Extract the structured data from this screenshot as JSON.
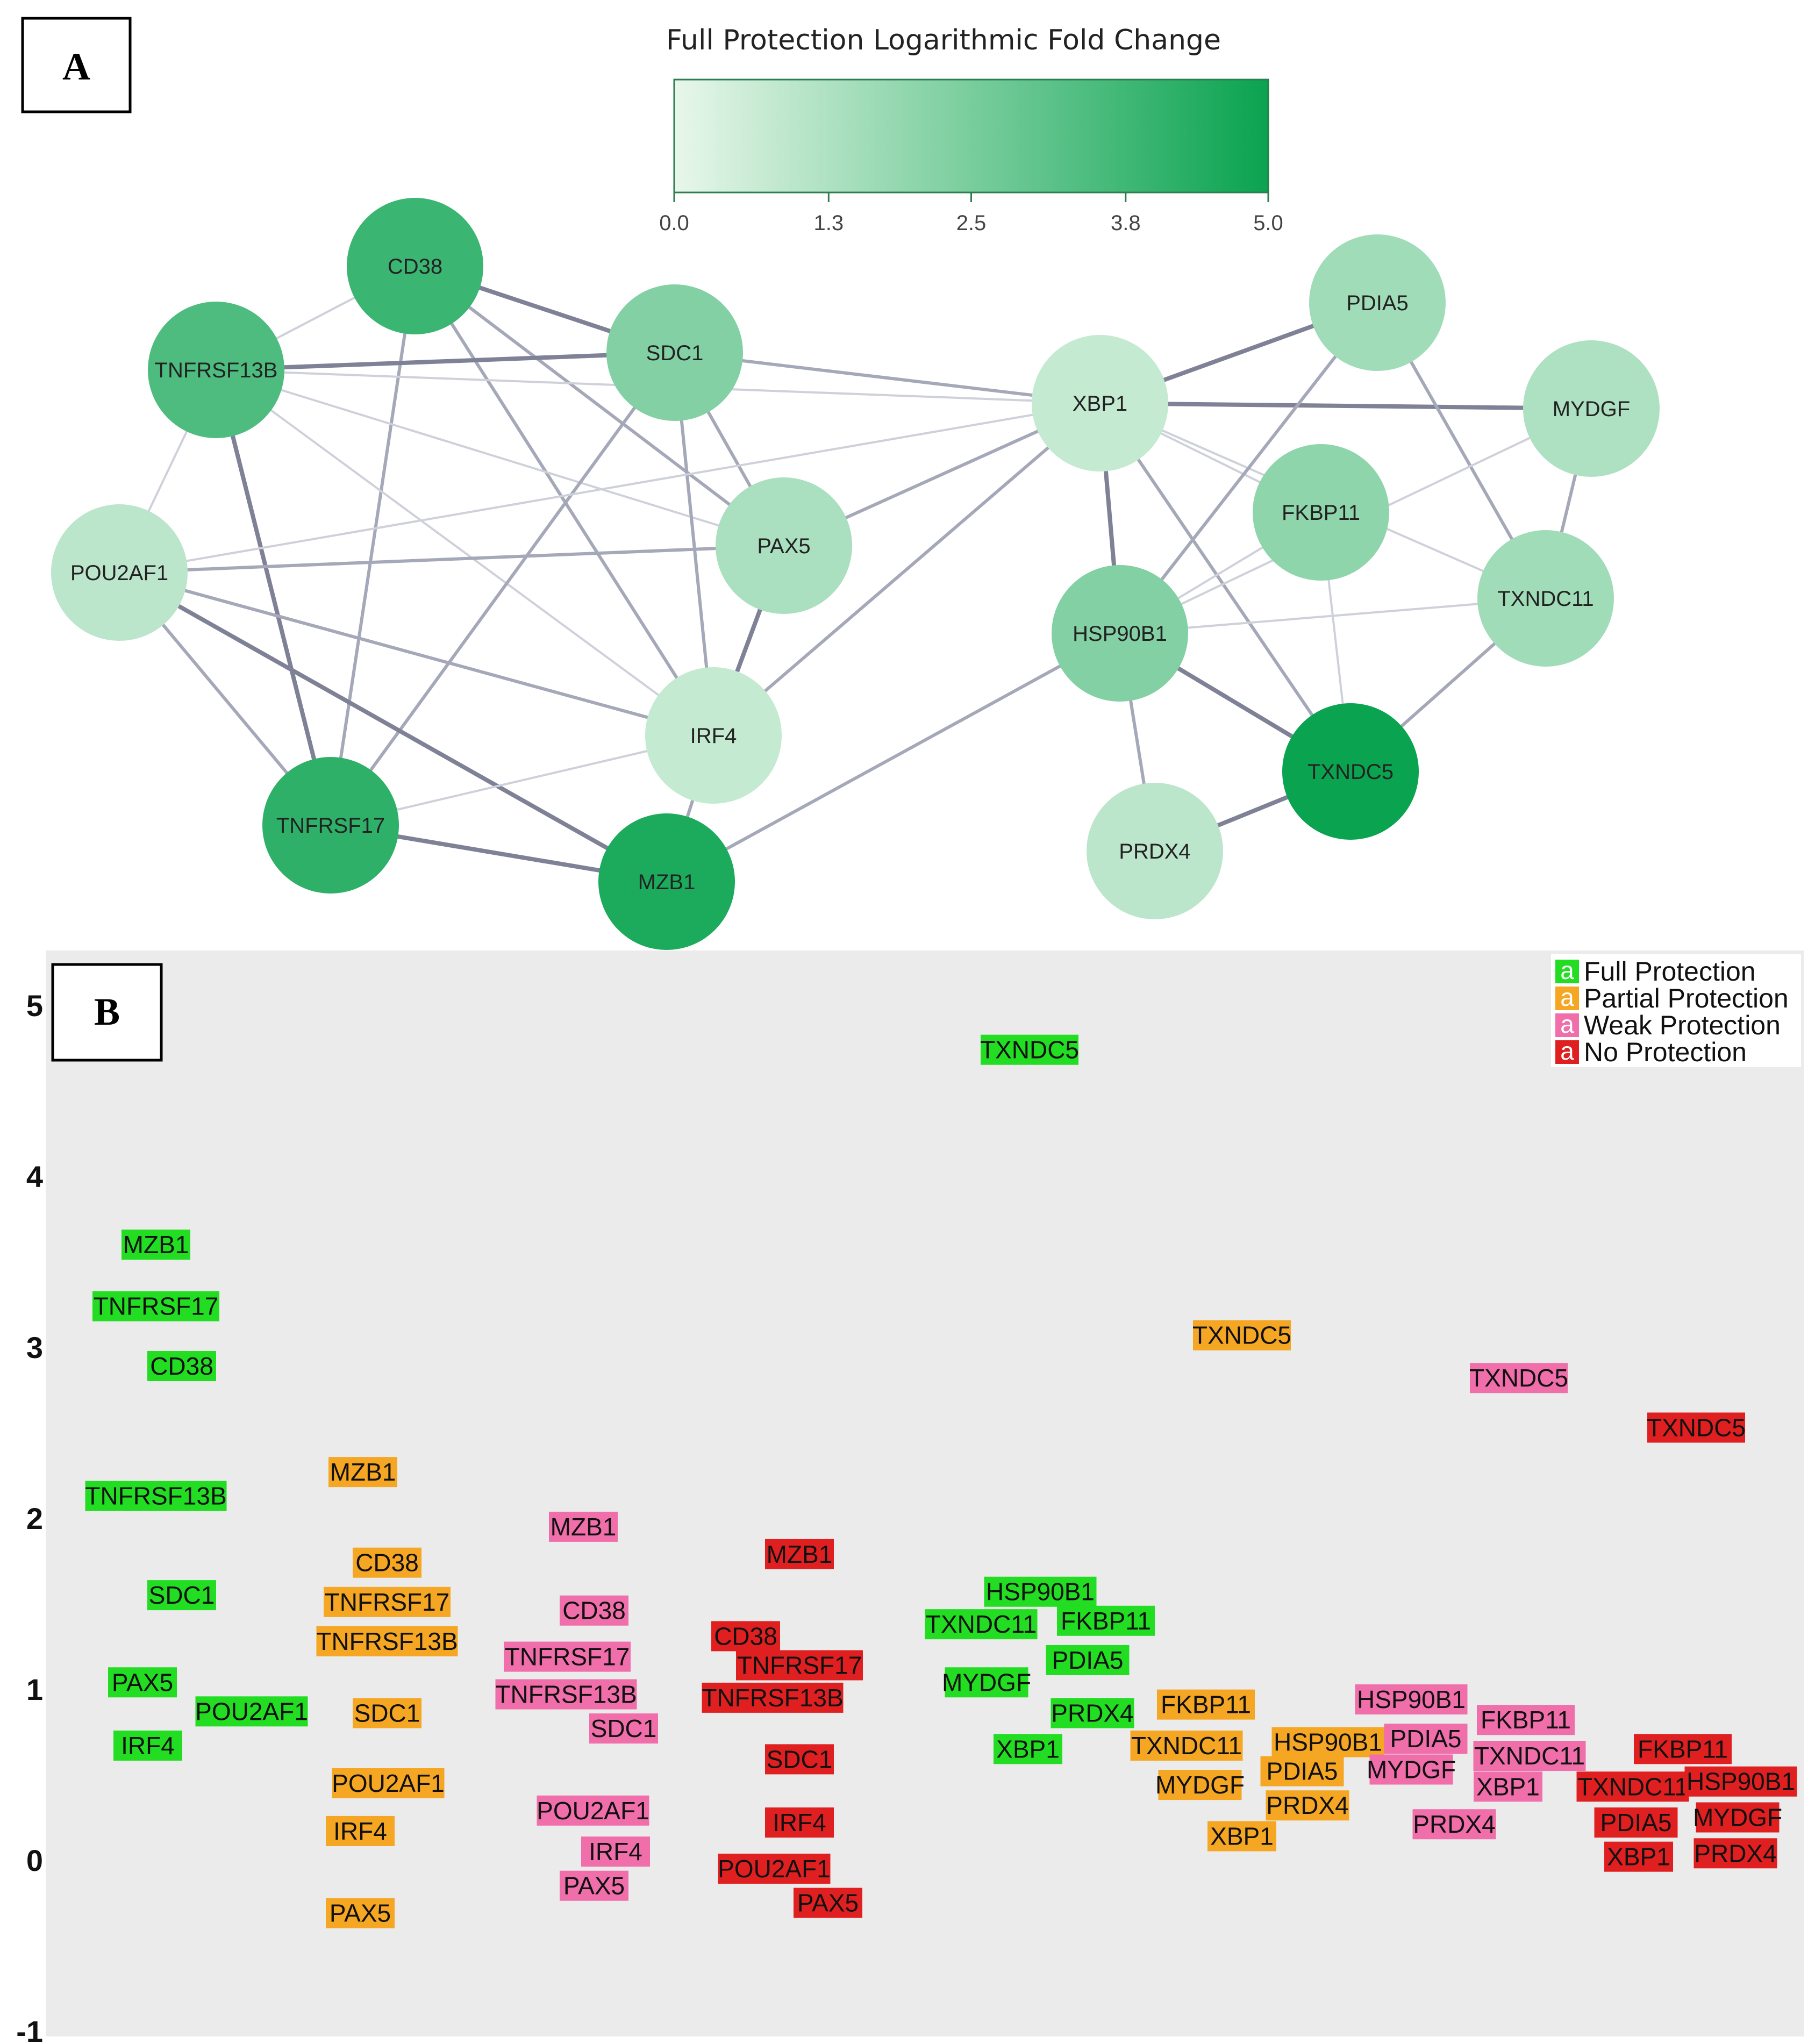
{
  "panel_a": {
    "letter": "A",
    "colorbar": {
      "title": "Full Protection Logarithmic Fold Change",
      "ticks": [
        "0.0",
        "1.3",
        "2.5",
        "3.8",
        "5.0"
      ],
      "min": 0,
      "max": 5,
      "color_low": "#e8f7ea",
      "color_high": "#0aa350"
    },
    "nodes": [
      {
        "id": "CD38",
        "label": "CD38",
        "value": 3.9
      },
      {
        "id": "TNFRSF13B",
        "label": "TNFRSF13B",
        "value": 3.5
      },
      {
        "id": "SDC1",
        "label": "SDC1",
        "value": 2.3
      },
      {
        "id": "POU2AF1",
        "label": "POU2AF1",
        "value": 1.0
      },
      {
        "id": "PAX5",
        "label": "PAX5",
        "value": 1.4
      },
      {
        "id": "IRF4",
        "label": "IRF4",
        "value": 0.8
      },
      {
        "id": "TNFRSF17",
        "label": "TNFRSF17",
        "value": 4.2
      },
      {
        "id": "MZB1",
        "label": "MZB1",
        "value": 4.6
      },
      {
        "id": "XBP1",
        "label": "XBP1",
        "value": 0.8
      },
      {
        "id": "PDIA5",
        "label": "PDIA5",
        "value": 1.6
      },
      {
        "id": "MYDGF",
        "label": "MYDGF",
        "value": 1.3
      },
      {
        "id": "FKBP11",
        "label": "FKBP11",
        "value": 2.0
      },
      {
        "id": "HSP90B1",
        "label": "HSP90B1",
        "value": 2.3
      },
      {
        "id": "TXNDC11",
        "label": "TXNDC11",
        "value": 1.6
      },
      {
        "id": "TXNDC5",
        "label": "TXNDC5",
        "value": 5.0
      },
      {
        "id": "PRDX4",
        "label": "PRDX4",
        "value": 1.0
      }
    ],
    "edges": [
      [
        "CD38",
        "TNFRSF13B",
        1
      ],
      [
        "CD38",
        "SDC1",
        3
      ],
      [
        "CD38",
        "PAX5",
        2
      ],
      [
        "CD38",
        "IRF4",
        2
      ],
      [
        "CD38",
        "TNFRSF17",
        2
      ],
      [
        "TNFRSF13B",
        "SDC1",
        3
      ],
      [
        "TNFRSF13B",
        "POU2AF1",
        1
      ],
      [
        "TNFRSF13B",
        "TNFRSF17",
        3
      ],
      [
        "TNFRSF13B",
        "PAX5",
        1
      ],
      [
        "TNFRSF13B",
        "XBP1",
        1
      ],
      [
        "TNFRSF13B",
        "IRF4",
        1
      ],
      [
        "SDC1",
        "XBP1",
        2
      ],
      [
        "SDC1",
        "PAX5",
        2
      ],
      [
        "SDC1",
        "IRF4",
        2
      ],
      [
        "SDC1",
        "TNFRSF17",
        2
      ],
      [
        "POU2AF1",
        "PAX5",
        2
      ],
      [
        "POU2AF1",
        "XBP1",
        1
      ],
      [
        "POU2AF1",
        "IRF4",
        2
      ],
      [
        "POU2AF1",
        "TNFRSF17",
        2
      ],
      [
        "POU2AF1",
        "MZB1",
        3
      ],
      [
        "PAX5",
        "IRF4",
        3
      ],
      [
        "PAX5",
        "XBP1",
        2
      ],
      [
        "IRF4",
        "XBP1",
        2
      ],
      [
        "IRF4",
        "TNFRSF17",
        1
      ],
      [
        "IRF4",
        "MZB1",
        2
      ],
      [
        "TNFRSF17",
        "MZB1",
        3
      ],
      [
        "MZB1",
        "HSP90B1",
        2
      ],
      [
        "XBP1",
        "PDIA5",
        3
      ],
      [
        "XBP1",
        "MYDGF",
        3
      ],
      [
        "XBP1",
        "HSP90B1",
        3
      ],
      [
        "XBP1",
        "FKBP11",
        1
      ],
      [
        "XBP1",
        "TXNDC5",
        2
      ],
      [
        "XBP1",
        "TXNDC11",
        1
      ],
      [
        "PDIA5",
        "HSP90B1",
        2
      ],
      [
        "PDIA5",
        "TXNDC11",
        2
      ],
      [
        "MYDGF",
        "TXNDC11",
        2
      ],
      [
        "MYDGF",
        "HSP90B1",
        1
      ],
      [
        "FKBP11",
        "HSP90B1",
        1
      ],
      [
        "FKBP11",
        "TXNDC5",
        1
      ],
      [
        "HSP90B1",
        "TXNDC11",
        1
      ],
      [
        "HSP90B1",
        "TXNDC5",
        3
      ],
      [
        "HSP90B1",
        "PRDX4",
        2
      ],
      [
        "TXNDC11",
        "TXNDC5",
        2
      ],
      [
        "PRDX4",
        "TXNDC5",
        3
      ]
    ]
  },
  "panel_b": {
    "letter": "B",
    "y_ticks": [
      "5",
      "4",
      "3",
      "2",
      "1",
      "0",
      "-1"
    ],
    "legend": [
      {
        "key": "a",
        "label": "Full Protection",
        "color": "#22dd22"
      },
      {
        "key": "a",
        "label": "Partial Protection",
        "color": "#f5a623"
      },
      {
        "key": "a",
        "label": "Weak Protection",
        "color": "#f06eaa"
      },
      {
        "key": "a",
        "label": "No Protection",
        "color": "#e02020"
      }
    ],
    "chart_data": {
      "type": "scatter",
      "ylim": [
        -1.2,
        5.3
      ],
      "x_categories": [
        "Full Protection",
        "Partial Protection",
        "Weak Protection",
        "No Protection"
      ],
      "series": [
        {
          "name": "Full Protection",
          "points": [
            {
              "label": "TXNDC5",
              "y": 4.74
            },
            {
              "label": "MZB1",
              "y": 3.6
            },
            {
              "label": "TNFRSF17",
              "y": 3.24
            },
            {
              "label": "CD38",
              "y": 2.89
            },
            {
              "label": "TNFRSF13B",
              "y": 2.13
            },
            {
              "label": "SDC1",
              "y": 1.55
            },
            {
              "label": "PAX5",
              "y": 1.04
            },
            {
              "label": "POU2AF1",
              "y": 0.87
            },
            {
              "label": "IRF4",
              "y": 0.67
            },
            {
              "label": "HSP90B1",
              "y": 1.57
            },
            {
              "label": "FKBP11",
              "y": 1.4
            },
            {
              "label": "TXNDC11",
              "y": 1.38
            },
            {
              "label": "PDIA5",
              "y": 1.17
            },
            {
              "label": "MYDGF",
              "y": 1.04
            },
            {
              "label": "PRDX4",
              "y": 0.86
            },
            {
              "label": "XBP1",
              "y": 0.65
            }
          ]
        },
        {
          "name": "Partial Protection",
          "points": [
            {
              "label": "TXNDC5",
              "y": 3.07
            },
            {
              "label": "MZB1",
              "y": 2.27
            },
            {
              "label": "CD38",
              "y": 1.74
            },
            {
              "label": "TNFRSF17",
              "y": 1.51
            },
            {
              "label": "TNFRSF13B",
              "y": 1.28
            },
            {
              "label": "SDC1",
              "y": 0.86
            },
            {
              "label": "POU2AF1",
              "y": 0.45
            },
            {
              "label": "IRF4",
              "y": 0.17
            },
            {
              "label": "PAX5",
              "y": -0.31
            },
            {
              "label": "FKBP11",
              "y": 0.91
            },
            {
              "label": "HSP90B1",
              "y": 0.69
            },
            {
              "label": "TXNDC11",
              "y": 0.67
            },
            {
              "label": "PDIA5",
              "y": 0.52
            },
            {
              "label": "MYDGF",
              "y": 0.44
            },
            {
              "label": "PRDX4",
              "y": 0.32
            },
            {
              "label": "XBP1",
              "y": 0.14
            }
          ]
        },
        {
          "name": "Weak Protection",
          "points": [
            {
              "label": "TXNDC5",
              "y": 2.82
            },
            {
              "label": "MZB1",
              "y": 1.95
            },
            {
              "label": "CD38",
              "y": 1.46
            },
            {
              "label": "TNFRSF17",
              "y": 1.19
            },
            {
              "label": "TNFRSF13B",
              "y": 0.97
            },
            {
              "label": "SDC1",
              "y": 0.77
            },
            {
              "label": "POU2AF1",
              "y": 0.29
            },
            {
              "label": "IRF4",
              "y": 0.05
            },
            {
              "label": "PAX5",
              "y": -0.15
            },
            {
              "label": "HSP90B1",
              "y": 0.94
            },
            {
              "label": "PDIA5",
              "y": 0.71
            },
            {
              "label": "FKBP11",
              "y": 0.82
            },
            {
              "label": "TXNDC11",
              "y": 0.61
            },
            {
              "label": "MYDGF",
              "y": 0.53
            },
            {
              "label": "XBP1",
              "y": 0.43
            },
            {
              "label": "PRDX4",
              "y": 0.21
            }
          ]
        },
        {
          "name": "No Protection",
          "points": [
            {
              "label": "TXNDC5",
              "y": 2.53
            },
            {
              "label": "MZB1",
              "y": 1.79
            },
            {
              "label": "CD38",
              "y": 1.31
            },
            {
              "label": "TNFRSF17",
              "y": 1.14
            },
            {
              "label": "TNFRSF13B",
              "y": 0.95
            },
            {
              "label": "SDC1",
              "y": 0.59
            },
            {
              "label": "IRF4",
              "y": 0.22
            },
            {
              "label": "POU2AF1",
              "y": -0.05
            },
            {
              "label": "PAX5",
              "y": -0.25
            },
            {
              "label": "FKBP11",
              "y": 0.65
            },
            {
              "label": "TXNDC11",
              "y": 0.43
            },
            {
              "label": "HSP90B1",
              "y": 0.46
            },
            {
              "label": "MYDGF",
              "y": 0.25
            },
            {
              "label": "PDIA5",
              "y": 0.22
            },
            {
              "label": "PRDX4",
              "y": 0.04
            },
            {
              "label": "XBP1",
              "y": 0.02
            }
          ]
        }
      ]
    }
  }
}
